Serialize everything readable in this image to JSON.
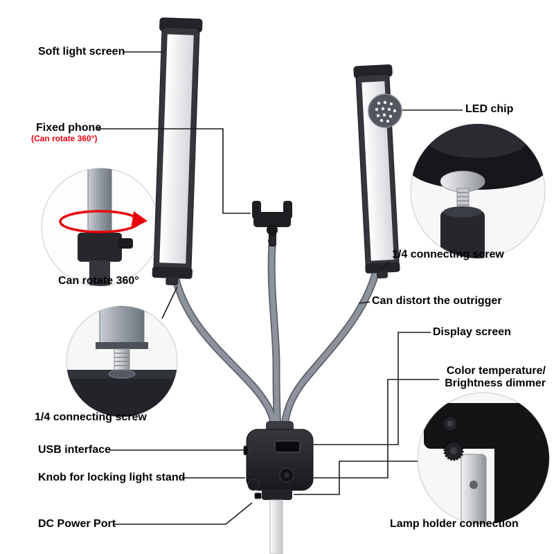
{
  "colors": {
    "accent_red": "#e8000d",
    "text": "#000000",
    "background": "#ffffff",
    "panel_frame": "#35363c",
    "gooseneck_gray": "#8d939c"
  },
  "callouts": {
    "soft_light_screen": "Soft light screen",
    "fixed_phone": "Fixed phone",
    "fixed_phone_note": "(Can rotate 360°)",
    "led_chip": "LED chip",
    "can_rotate_360": "Can rotate 360°",
    "connecting_screw_right": "1/4 connecting screw",
    "can_distort_outrigger": "Can distort the outrigger",
    "display_screen": "Display screen",
    "color_temperature_line1": "Color temperature/",
    "color_temperature_line2": "Brightness dimmer",
    "connecting_screw_left": "1/4 connecting screw",
    "usb_interface": "USB interface",
    "knob_locking_stand": "Knob for locking light stand",
    "dc_power_port": "DC Power Port",
    "lamp_holder_connection": "Lamp holder connection"
  }
}
